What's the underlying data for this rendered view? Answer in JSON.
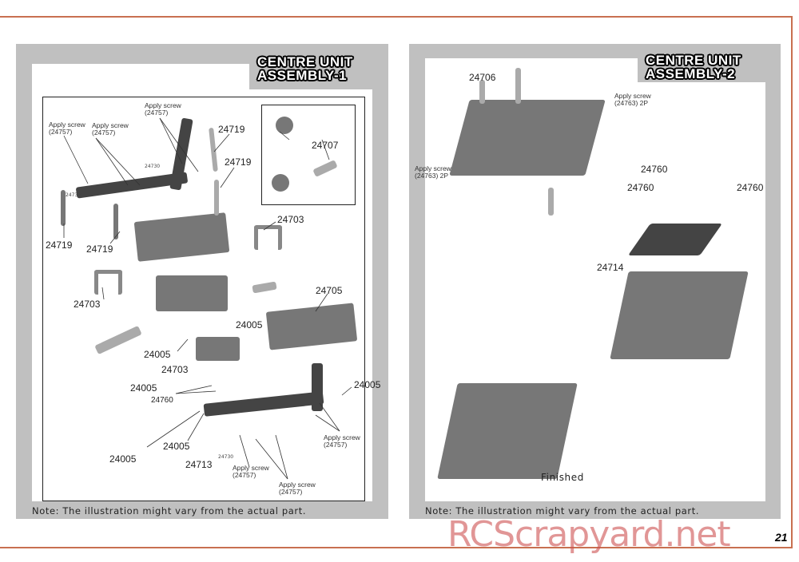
{
  "page_number": "21",
  "watermark": "RCScrapyard.net",
  "left": {
    "title_line1": "CENTRE UNIT",
    "title_line2": "ASSEMBLY-1",
    "note": "Note: The illustration might vary from the actual part.",
    "labels": {
      "apply1": "Apply screw",
      "apply1b": "(24757)",
      "apply2": "Apply screw",
      "apply2b": "(24757)",
      "apply3": "Apply screw",
      "apply3b": "(24757)",
      "apply4": "Apply screw",
      "apply4b": "(24757)",
      "apply5": "Apply screw",
      "apply5b": "(24757)",
      "apply6": "Apply screw",
      "apply6b": "(24757)",
      "p24719a": "24719",
      "p24719b": "24719",
      "p24719c": "24719",
      "p24719d": "24719",
      "p24707": "24707",
      "p24703a": "24703",
      "p24703b": "24703",
      "p24703c": "24703",
      "p24705": "24705",
      "p24005a": "24005",
      "p24005b": "24005",
      "p24005c": "24005",
      "p24005d": "24005",
      "p24005e": "24005",
      "p24005f": "24005",
      "p24760": "24760",
      "p24713": "24713",
      "p24730a": "24730",
      "p24730b": "24730",
      "p24730c": "24730"
    }
  },
  "right": {
    "title_line1": "CENTRE UNIT",
    "title_line2": "ASSEMBLY-2",
    "note": "Note: The illustration might vary from the actual part.",
    "finished": "Finished",
    "labels": {
      "p24706": "24706",
      "apply1": "Apply screw",
      "apply1b": "(24763) 2P",
      "apply2": "Apply screw",
      "apply2b": "(24763) 2P",
      "p24760a": "24760",
      "p24760b": "24760",
      "p24760c": "24760",
      "p24714": "24714"
    }
  }
}
